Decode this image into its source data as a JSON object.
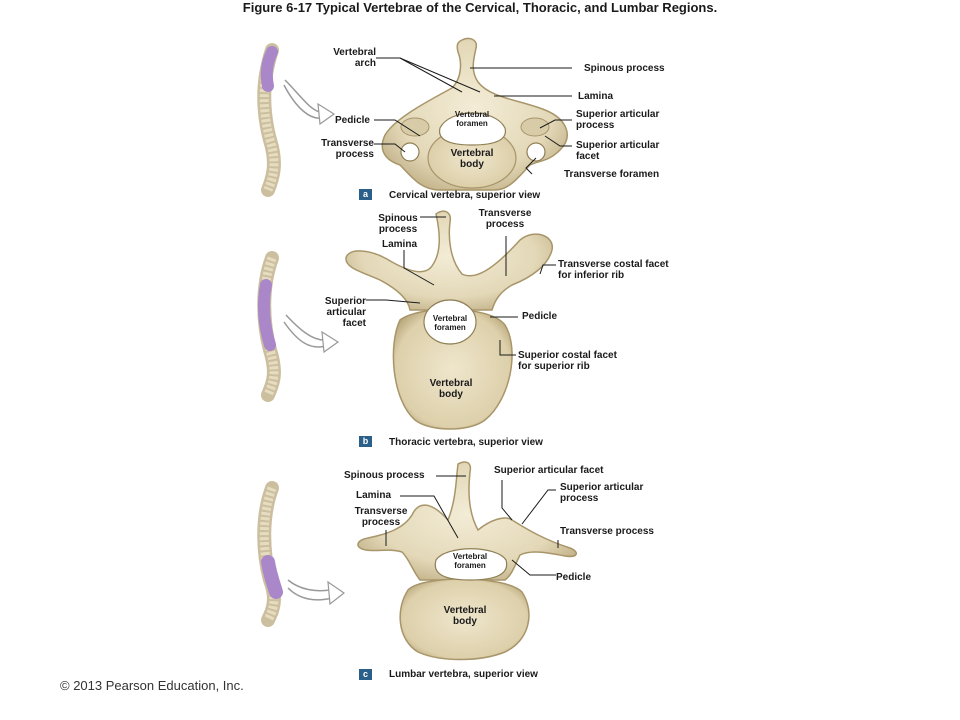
{
  "title": "Figure 6-17 Typical Vertebrae of the Cervical, Thoracic, and Lumbar Regions.",
  "copyright": "© 2013 Pearson Education, Inc.",
  "colors": {
    "bone": "#e9e1c9",
    "bone_shadow": "#b7a67c",
    "spine_highlight": "#a987c9",
    "badge": "#2a5f8a",
    "line": "#1a1a1a"
  },
  "panels": {
    "a": {
      "badge": "a",
      "caption": "Cervical vertebra, superior view",
      "labels": {
        "vertebral_arch": "Vertebral\narch",
        "spinous_process": "Spinous process",
        "lamina": "Lamina",
        "pedicle": "Pedicle",
        "superior_articular_process": "Superior articular\nprocess",
        "superior_articular_facet": "Superior articular\nfacet",
        "transverse_process": "Transverse\nprocess",
        "transverse_foramen": "Transverse foramen",
        "vertebral_foramen": "Vertebral\nforamen",
        "vertebral_body": "Vertebral\nbody"
      }
    },
    "b": {
      "badge": "b",
      "caption": "Thoracic vertebra, superior view",
      "labels": {
        "spinous_process": "Spinous\nprocess",
        "transverse_process": "Transverse\nprocess",
        "lamina": "Lamina",
        "transverse_costal_facet": "Transverse costal facet\nfor inferior rib",
        "superior_articular_facet": "Superior\narticular\nfacet",
        "pedicle": "Pedicle",
        "superior_costal_facet": "Superior costal facet\nfor superior rib",
        "vertebral_foramen": "Vertebral\nforamen",
        "vertebral_body": "Vertebral\nbody"
      }
    },
    "c": {
      "badge": "c",
      "caption": "Lumbar vertebra, superior view",
      "labels": {
        "spinous_process": "Spinous process",
        "superior_articular_facet": "Superior articular facet",
        "lamina": "Lamina",
        "superior_articular_process": "Superior articular\nprocess",
        "transverse_process_left": "Transverse\nprocess",
        "transverse_process_right": "Transverse process",
        "pedicle": "Pedicle",
        "vertebral_foramen": "Vertebral\nforamen",
        "vertebral_body": "Vertebral\nbody"
      }
    }
  }
}
